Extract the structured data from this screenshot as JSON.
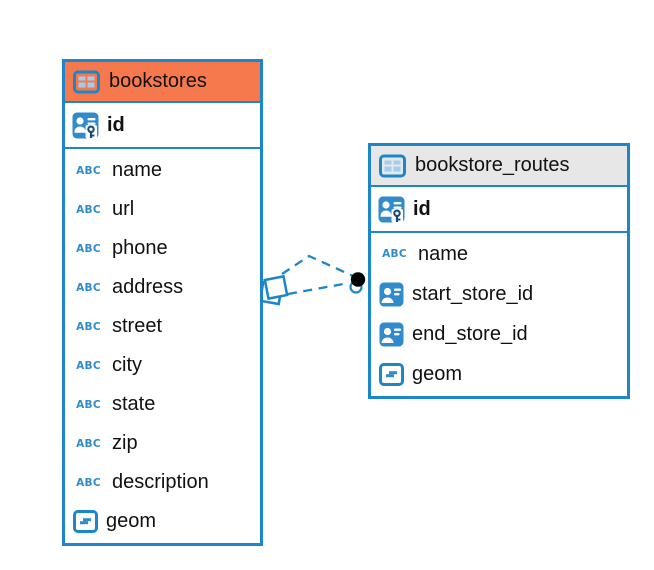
{
  "diagram": {
    "type": "entity-relationship-diagram",
    "background": "#ffffff"
  },
  "colors": {
    "table_border": "#1b87c8",
    "icon_blue": "#2f8bcb",
    "bookstores_header": "#f6794e",
    "bookstore_routes_header": "#e7e7e7",
    "key_glyph_navy": "#164a7b",
    "relationship_line": "#1b87c8",
    "text": "#111111"
  },
  "icons": {
    "text_type_glyph": "ABC"
  },
  "tables": [
    {
      "name": "bookstores",
      "primary_key": "id",
      "columns": [
        "name",
        "url",
        "phone",
        "address",
        "street",
        "city",
        "state",
        "zip",
        "description",
        "geom"
      ]
    },
    {
      "name": "bookstore_routes",
      "primary_key": "id",
      "columns": [
        "name",
        "start_store_id",
        "end_store_id",
        "geom"
      ]
    }
  ],
  "relationship": {
    "style": "dashed",
    "between": [
      "bookstores",
      "bookstore_routes"
    ],
    "line_count": 2,
    "left_end_marker": "overlapping-squares",
    "right_end_marker": "filled-dot-with-ring"
  }
}
